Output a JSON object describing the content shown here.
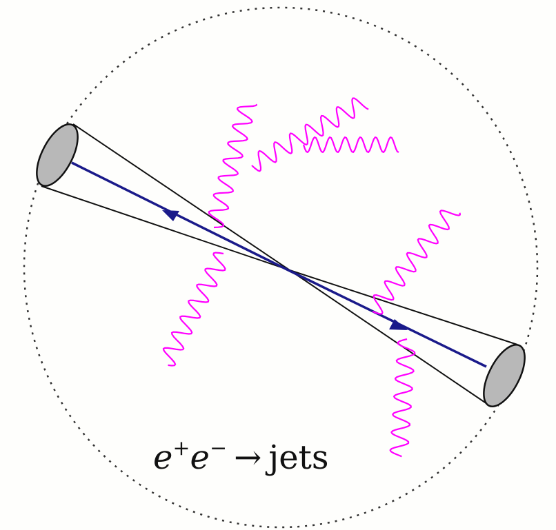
{
  "caption": {
    "e_symbol": "e",
    "plus": "+",
    "minus": "−",
    "arrow": "→",
    "jets": "jets"
  },
  "colors": {
    "background": "#fefefc",
    "boundary": "#333333",
    "cone_outline": "#111111",
    "cone_cap_fill": "#b8b8b8",
    "quark_line": "#1a1a8a",
    "gluon": "#ff00ff"
  },
  "icons": {
    "boundary": "dotted-circle",
    "jet_cone": "truncated-cone",
    "quark": "arrowed-line",
    "gluon": "wavy-line"
  }
}
